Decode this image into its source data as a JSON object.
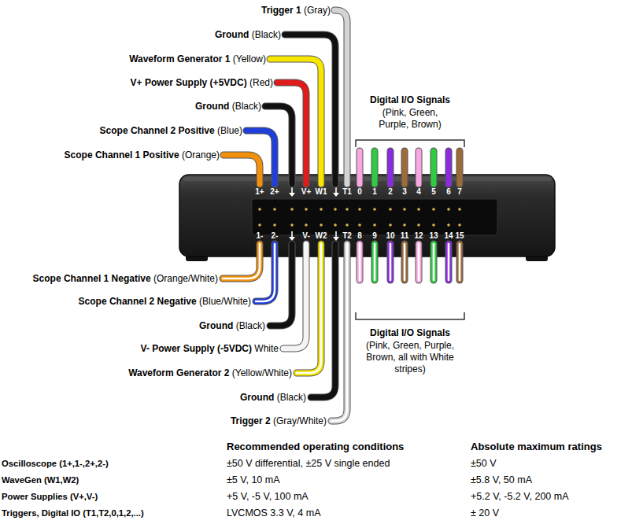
{
  "diagram": {
    "labels": [
      "Trigger 1",
      "(Gray)",
      "Ground",
      "(Black)",
      "Waveform Generator 1",
      "(Yellow)",
      "V+ Power Supply (+5VDC)",
      "(Red)",
      "Ground",
      "(Black)",
      "Scope Channel 2 Positive",
      "(Blue)",
      "Scope Channel 1 Positive",
      "(Orange)",
      "Digital I/O Signals",
      "(Pink, Green, Purple, Brown)",
      "1+",
      "2+",
      "V+",
      "W1",
      "T1",
      "0",
      "1",
      "2",
      "3",
      "4",
      "5",
      "6",
      "7",
      "1-",
      "2-",
      "V-",
      "W2",
      "T2",
      "8",
      "9",
      "10",
      "11",
      "12",
      "13",
      "14",
      "15",
      "Digital I/O Signals",
      "(Pink, Green, Purple, Brown, all with White stripes)",
      "Scope Channel 1 Negative",
      "(Orange/White)",
      "Scope Channel 2 Negative",
      "(Blue/White)",
      "Ground",
      "(Black)",
      "V- Power Supply (-5VDC)",
      "White",
      "Waveform Generator 2",
      "(Yellow/White)",
      "Ground",
      "(Black)",
      "Trigger 2",
      "(Gray/White)",
      "Recommended operating conditions",
      "Absolute maximum ratings",
      "Oscilloscope (1+,1-,2+,2-)",
      "±50 V differential, ±25 V single ended",
      "±50 V",
      "WaveGen (W1,W2)",
      "±5 V, 10 mA",
      "±5.8 V, 50 mA",
      "Power Supplies (V+,V-)",
      "+5 V, -5 V, 100 mA",
      "+5.2 V, -5.2 V, 200 mA",
      "Triggers, Digital IO (T1,T2,0,1,2,...)",
      "LVCMOS 3.3 V, 4 mA",
      "± 20 V"
    ]
  }
}
